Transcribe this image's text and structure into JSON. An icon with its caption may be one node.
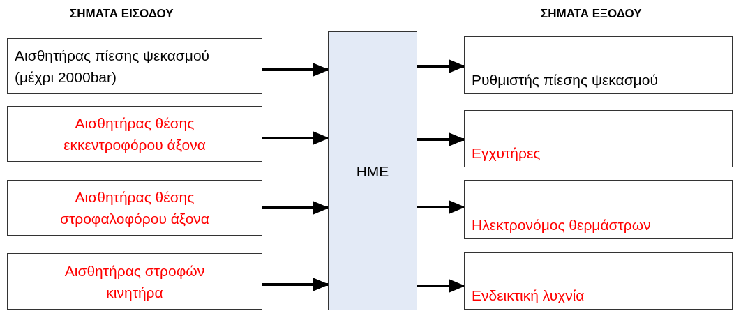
{
  "diagram": {
    "nodes": [
      {
        "text": [
          "Αισθητήρας πίεσης ψεκασμού (μέχρι 2000bar)"
        ]
      },
      {
        "text": [
          "Αισθητήρας θέσης εκκεντροφόρου άξονα"
        ]
      },
      {
        "text": [
          "Αισθητήρας θέσης στροφαλοφόρου άξονα"
        ]
      },
      {
        "text": [
          "Αισθητήρας στροφών κινητήρα"
        ]
      },
      {
        "text": [
          "ΗΜΕ"
        ]
      },
      {
        "text": [
          "Ρυθμιστής πίεσης ψεκασμού"
        ]
      },
      {
        "text": [
          "Εγχυτήρες"
        ]
      },
      {
        "text": [
          "Ηλεκτρονόμος θερμάστρων"
        ]
      },
      {
        "text": [
          "Ενδεικτική λυχνία"
        ]
      }
    ],
    "edges": [
      {
        "from": 0,
        "to": 4,
        "arrow": "to"
      },
      {
        "from": 1,
        "to": 4,
        "arrow": "to"
      },
      {
        "from": 2,
        "to": 4,
        "arrow": "to"
      },
      {
        "from": 3,
        "to": 4,
        "arrow": "to"
      },
      {
        "from": 4,
        "to": 5,
        "arrow": "to"
      },
      {
        "from": 4,
        "to": 6,
        "arrow": "to"
      },
      {
        "from": 4,
        "to": 7,
        "arrow": "to"
      },
      {
        "from": 4,
        "to": 8,
        "arrow": "to"
      }
    ],
    "labels": [
      "ΣΗΜΑΤΑ ΕΙΣΟΔΟΥ",
      "ΣΗΜΑΤΑ ΕΞΟΔΟΥ"
    ]
  }
}
